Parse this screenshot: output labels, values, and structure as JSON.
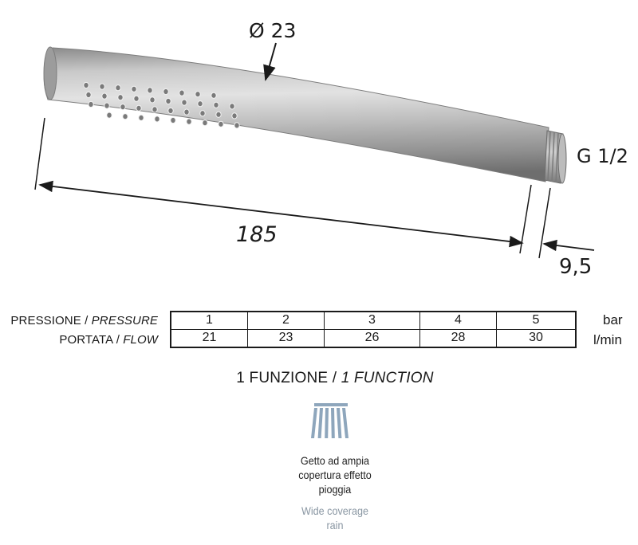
{
  "drawing": {
    "diameter_label": "Ø 23",
    "thread_label": "G 1/2",
    "length_label": "185",
    "end_label": "9,5"
  },
  "table": {
    "rows": [
      {
        "label": "PRESSIONE",
        "label_en": "PRESSURE",
        "values": [
          "1",
          "2",
          "3",
          "4",
          "5"
        ],
        "unit": "bar"
      },
      {
        "label": "PORTATA",
        "label_en": "FLOW",
        "values": [
          "21",
          "23",
          "26",
          "28",
          "30"
        ],
        "unit": "l/min"
      }
    ]
  },
  "function": {
    "title_it": "1 FUNZIONE",
    "title_en": "1 FUNCTION",
    "icon": "rain-jet-icon",
    "icon_color": "#8ea6bc",
    "caption_it": [
      "Getto ad ampia",
      "copertura effetto",
      "pioggia"
    ],
    "caption_en": [
      "Wide coverage",
      "rain"
    ]
  }
}
